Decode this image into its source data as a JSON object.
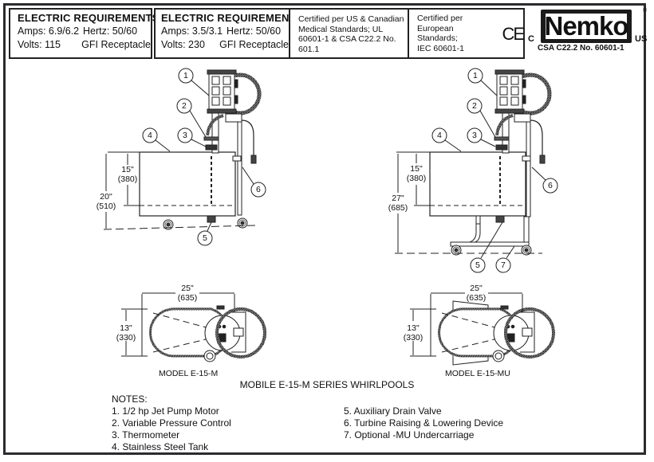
{
  "header": {
    "elec_115": {
      "title": "ELECTRIC REQUIREMENTS:",
      "amps": "Amps: 6.9/6.2",
      "hertz": "Hertz: 50/60",
      "volts": "Volts: 115",
      "receptacle": "GFI Receptacle"
    },
    "elec_230": {
      "title": "ELECTRIC REQUIREMENTS:",
      "amps": "Amps: 3.5/3.1",
      "hertz": "Hertz: 50/60",
      "volts": "Volts: 230",
      "receptacle": "GFI Receptacle"
    },
    "cert_us_ca": {
      "line1": "Certified per US & Canadian",
      "line2": "Medical Standards; UL",
      "line3": "60601-1 & CSA C22.2 No.",
      "line4": "601.1"
    },
    "cert_eu": {
      "line1": "Certified per",
      "line2": "European Standards;",
      "line3": "IEC 60601-1",
      "mark": "CE"
    },
    "nemko": {
      "brand": "Nemko",
      "left": "C",
      "right": "US",
      "registered": "®",
      "standard": "CSA C22.2 No. 60601-1"
    }
  },
  "diagrams": {
    "side_m": {
      "callouts": [
        "1",
        "2",
        "3",
        "4",
        "5",
        "6"
      ],
      "dim_inner": {
        "inches": "15\"",
        "mm": "(380)"
      },
      "dim_outer": {
        "inches": "20\"",
        "mm": "(510)"
      }
    },
    "side_mu": {
      "callouts": [
        "1",
        "2",
        "3",
        "4",
        "5",
        "6",
        "7"
      ],
      "dim_inner": {
        "inches": "15\"",
        "mm": "(380)"
      },
      "dim_outer": {
        "inches": "27\"",
        "mm": "(685)"
      }
    },
    "top_m": {
      "width": {
        "inches": "25\"",
        "mm": "(635)"
      },
      "depth": {
        "inches": "13\"",
        "mm": "(330)"
      },
      "caption": "MODEL E-15-M"
    },
    "top_mu": {
      "width": {
        "inches": "25\"",
        "mm": "(635)"
      },
      "depth": {
        "inches": "13\"",
        "mm": "(330)"
      },
      "caption": "MODEL E-15-MU"
    }
  },
  "title": "MOBILE E-15-M SERIES WHIRLPOOLS",
  "notes": {
    "heading": "NOTES:",
    "left": [
      "1. 1/2 hp Jet Pump Motor",
      "2. Variable Pressure Control",
      "3. Thermometer",
      "4. Stainless Steel Tank"
    ],
    "right": [
      "5. Auxiliary Drain Valve",
      "6. Turbine Raising & Lowering Device",
      "7. Optional -MU Undercarriage"
    ]
  }
}
